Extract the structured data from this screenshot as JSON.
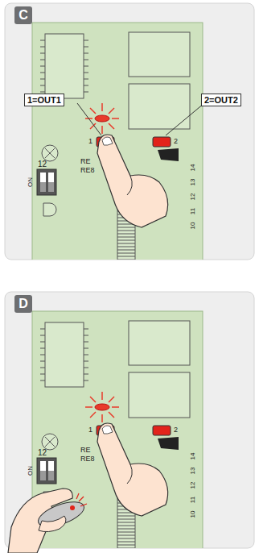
{
  "diagram": {
    "nodes": [
      {
        "text": [
          "C"
        ]
      },
      {
        "text": [
          "1=OUT1"
        ]
      },
      {
        "text": [
          "2=OUT2"
        ]
      },
      {
        "text": [
          "D"
        ]
      }
    ],
    "labels": [
      "1",
      "2",
      "12",
      "ON",
      "RE",
      "RE8",
      "14",
      "13",
      "12",
      "11",
      "10",
      "1",
      "2",
      "12",
      "ON",
      "RE",
      "RE8",
      "14",
      "13",
      "12",
      "11",
      "10"
    ]
  }
}
